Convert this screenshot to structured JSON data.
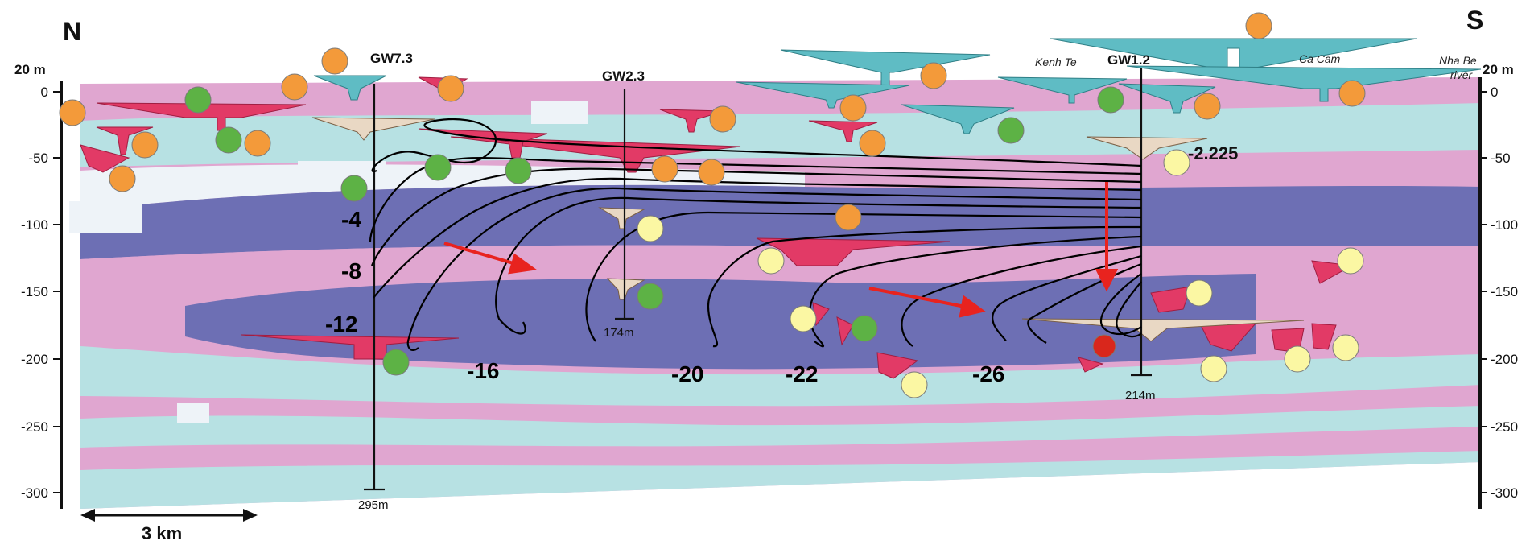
{
  "compass": {
    "left": "N",
    "right": "S"
  },
  "axes": {
    "left_unit": "20 m",
    "right_unit": "20 m",
    "left_ticks": [
      "0",
      "-50",
      "-100",
      "-150",
      "-200",
      "-250",
      "-300"
    ],
    "right_ticks": [
      "0",
      "-50",
      "-100",
      "-150",
      "-200",
      "-250",
      "-300"
    ]
  },
  "wells": [
    {
      "name": "GW7.3",
      "depth": "295m"
    },
    {
      "name": "GW2.3",
      "depth": "174m"
    },
    {
      "name": "GW1.2",
      "depth": "214m"
    }
  ],
  "places": [
    "Kenh Te",
    "Ca Cam",
    "Nha Be",
    "river"
  ],
  "contours": [
    "-4",
    "-8",
    "-12",
    "-16",
    "-20",
    "-22",
    "-26"
  ],
  "annotation": "-2.225",
  "scale": "3 km",
  "colors": {
    "pink": "#e0a6d0",
    "light_blue": "#b7e1e3",
    "dark_blue": "#6d6fb4",
    "pale": "#eef3f8",
    "teal_symbol": "#5fbcc4",
    "red_symbol": "#e23a66",
    "orange_dot": "#f39a3a",
    "green_dot": "#5db245",
    "yellow_dot": "#fbf7a3",
    "red_dot": "#d9271c",
    "arrow": "#e8231f"
  }
}
